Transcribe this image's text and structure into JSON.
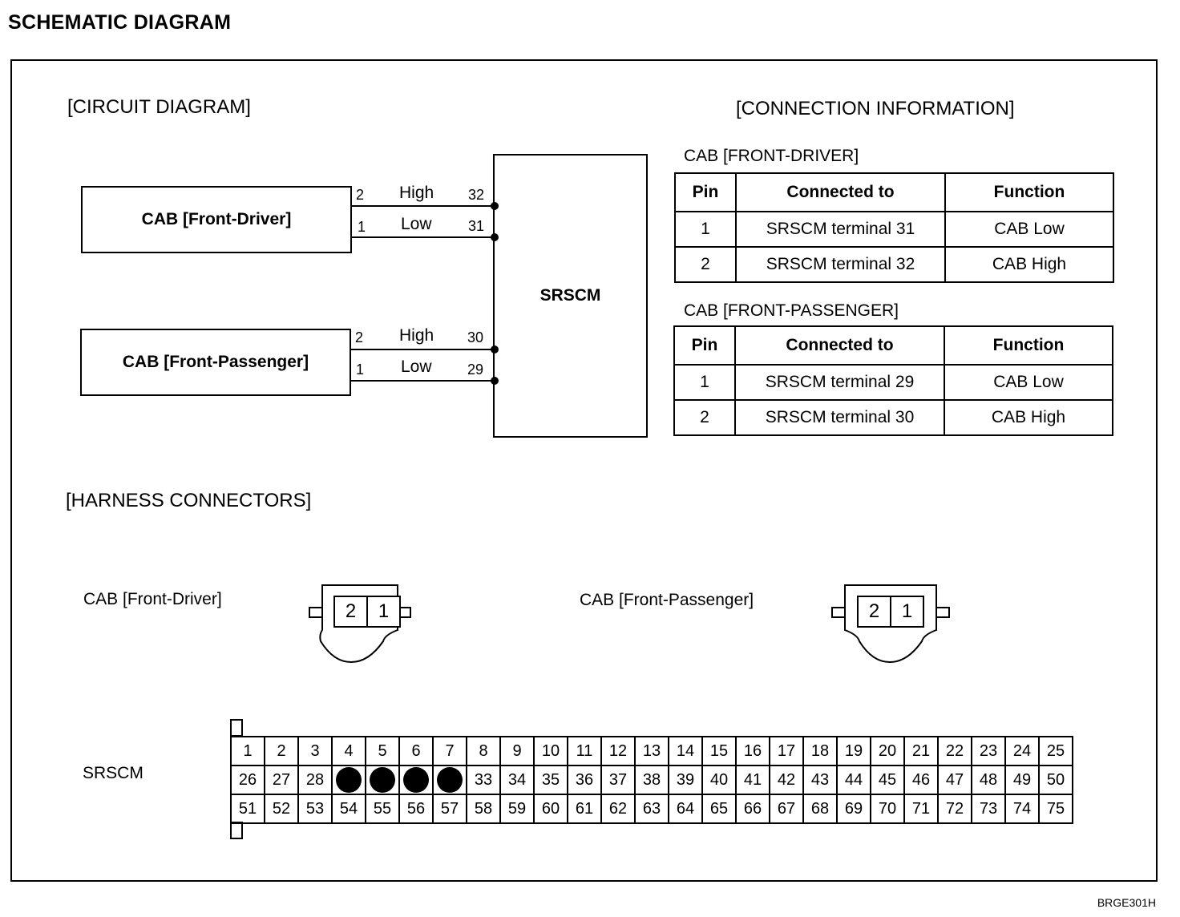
{
  "title": "SCHEMATIC  DIAGRAM",
  "circuit": {
    "heading": "[CIRCUIT DIAGRAM]",
    "driver_box": "CAB [Front-Driver]",
    "passenger_box": "CAB [Front-Passenger]",
    "module_box": "SRSCM",
    "driver_wires": [
      {
        "pin": "2",
        "label": "High",
        "terminal": "32"
      },
      {
        "pin": "1",
        "label": "Low",
        "terminal": "31"
      }
    ],
    "passenger_wires": [
      {
        "pin": "2",
        "label": "High",
        "terminal": "30"
      },
      {
        "pin": "1",
        "label": "Low",
        "terminal": "29"
      }
    ]
  },
  "connection": {
    "heading": "[CONNECTION INFORMATION]",
    "columns": [
      "Pin",
      "Connected to",
      "Function"
    ],
    "driver": {
      "caption": "CAB [FRONT-DRIVER]",
      "rows": [
        [
          "1",
          "SRSCM terminal 31",
          "CAB Low"
        ],
        [
          "2",
          "SRSCM terminal 32",
          "CAB High"
        ]
      ]
    },
    "passenger": {
      "caption": "CAB [FRONT-PASSENGER]",
      "rows": [
        [
          "1",
          "SRSCM terminal 29",
          "CAB Low"
        ],
        [
          "2",
          "SRSCM terminal 30",
          "CAB High"
        ]
      ]
    }
  },
  "harness": {
    "heading": "[HARNESS CONNECTORS]",
    "driver_label": "CAB [Front-Driver]",
    "passenger_label": "CAB [Front-Passenger]",
    "connector_pins": [
      "2",
      "1"
    ],
    "srscm_label": "SRSCM",
    "srscm_rows": [
      [
        "1",
        "2",
        "3",
        "4",
        "5",
        "6",
        "7",
        "8",
        "9",
        "10",
        "11",
        "12",
        "13",
        "14",
        "15",
        "16",
        "17",
        "18",
        "19",
        "20",
        "21",
        "22",
        "23",
        "24",
        "25"
      ],
      [
        "26",
        "27",
        "28",
        "",
        "",
        "",
        "",
        "33",
        "34",
        "35",
        "36",
        "37",
        "38",
        "39",
        "40",
        "41",
        "42",
        "43",
        "44",
        "45",
        "46",
        "47",
        "48",
        "49",
        "50"
      ],
      [
        "51",
        "52",
        "53",
        "54",
        "55",
        "56",
        "57",
        "58",
        "59",
        "60",
        "61",
        "62",
        "63",
        "64",
        "65",
        "66",
        "67",
        "68",
        "69",
        "70",
        "71",
        "72",
        "73",
        "74",
        "75"
      ]
    ],
    "srscm_used_pins": [
      "29",
      "30",
      "31",
      "32"
    ]
  },
  "figure_code": "BRGE301H"
}
